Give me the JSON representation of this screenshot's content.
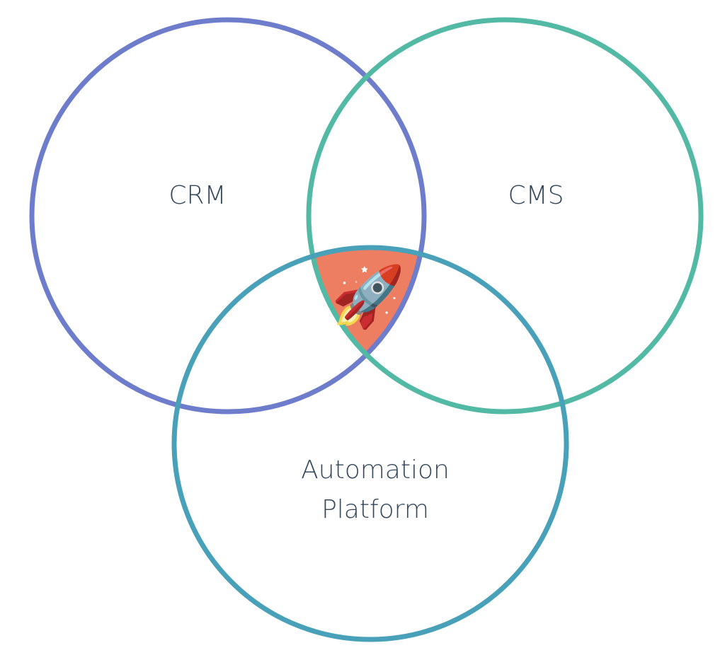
{
  "diagram": {
    "type": "venn",
    "sets": [
      {
        "id": "crm",
        "label": "CRM",
        "color": "#6e7ccc"
      },
      {
        "id": "cms",
        "label": "CMS",
        "color": "#52b9a4"
      },
      {
        "id": "automation",
        "label_lines": [
          "Automation",
          "Platform"
        ],
        "color": "#48a1b8"
      }
    ],
    "intersection": {
      "sets": [
        "crm",
        "cms",
        "automation"
      ],
      "fill_color": "#ee7e62",
      "icon": "rocket-icon",
      "glyph": "🚀"
    },
    "text_color": "#33475b"
  }
}
